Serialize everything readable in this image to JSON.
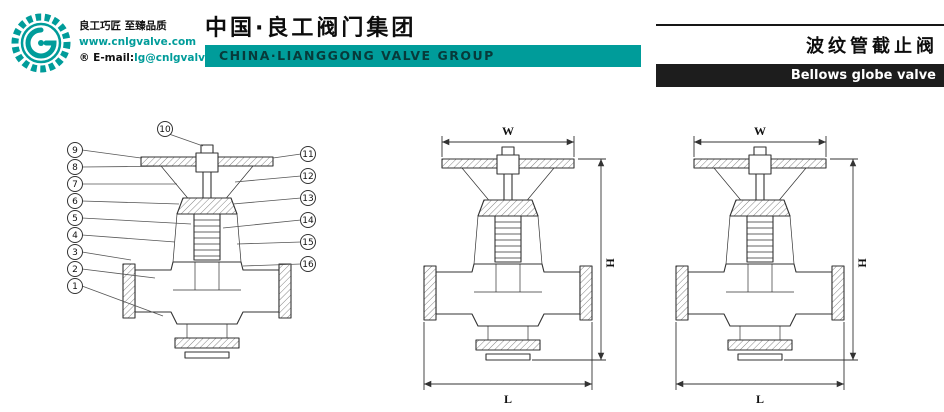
{
  "colors": {
    "teal": "#009c9a",
    "dark_bar": "#1d1d1d",
    "drawing_line": "#333333"
  },
  "logo": {
    "tagline_cn": "良工巧匠 至臻品质",
    "website": "www.cnlgvalve.com",
    "registered": "®",
    "email_label": "E-mail:",
    "email": "lg@cnlgvalve.com"
  },
  "header": {
    "company_cn": "中国·良工阀门集团",
    "company_en": "CHINA·LIANGGONG VALVE GROUP",
    "product_cn": "波纹管截止阀",
    "product_en": "Bellows globe valve"
  },
  "diagram": {
    "callouts": [
      "1",
      "2",
      "3",
      "4",
      "5",
      "6",
      "7",
      "8",
      "9",
      "10",
      "11",
      "12",
      "13",
      "14",
      "15",
      "16"
    ],
    "dims": {
      "w": "W",
      "h": "H",
      "l": "L"
    }
  }
}
